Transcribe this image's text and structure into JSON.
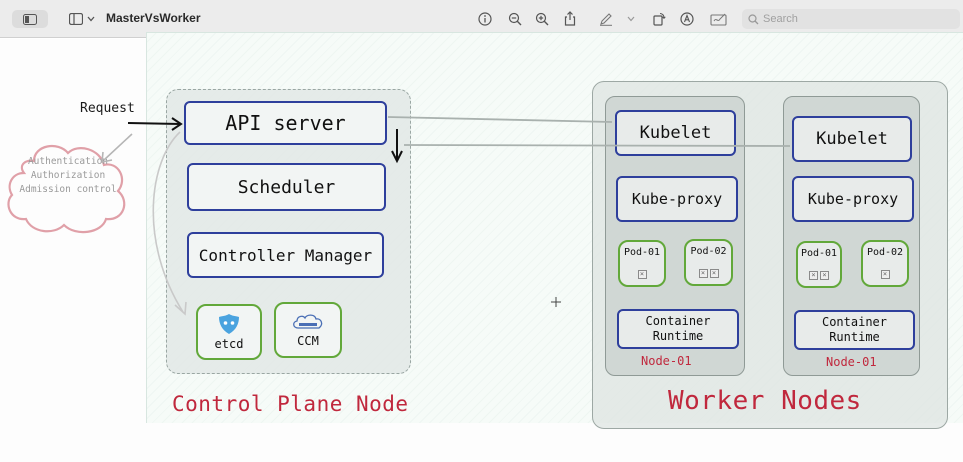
{
  "window": {
    "title": "MasterVsWorker",
    "search_placeholder": "Search"
  },
  "toolbar_icons": [
    "sidebar-toggle-icon",
    "chevron-down-icon",
    "info-icon",
    "zoom-out-icon",
    "zoom-in-icon",
    "share-icon",
    "markup-pen-icon",
    "rotate-icon",
    "annotate-icon",
    "signature-icon",
    "search-icon"
  ],
  "diagram": {
    "request_label": "Request",
    "auth_cloud": [
      "Authentication",
      "Authorization",
      "Admission control"
    ],
    "control_plane": {
      "title": "Control Plane Node",
      "components": [
        "API server",
        "Scheduler",
        "Controller Manager"
      ],
      "addons": [
        "etcd",
        "CCM"
      ]
    },
    "worker": {
      "title": "Worker Nodes",
      "nodes": [
        {
          "kubelet": "Kubelet",
          "proxy": "Kube-proxy",
          "pods": [
            "Pod-01",
            "Pod-02"
          ],
          "runtime": "Container Runtime",
          "label": "Node-01"
        },
        {
          "kubelet": "Kubelet",
          "proxy": "Kube-proxy",
          "pods": [
            "Pod-01",
            "Pod-02"
          ],
          "runtime": "Container Runtime",
          "label": "Node-01"
        }
      ]
    },
    "cursor_glyph": "+"
  },
  "colors": {
    "blue_border": "#2e3f9c",
    "green_border": "#62a83a",
    "red_text": "#c0283d",
    "cloud_stroke": "#e0a0a8"
  }
}
